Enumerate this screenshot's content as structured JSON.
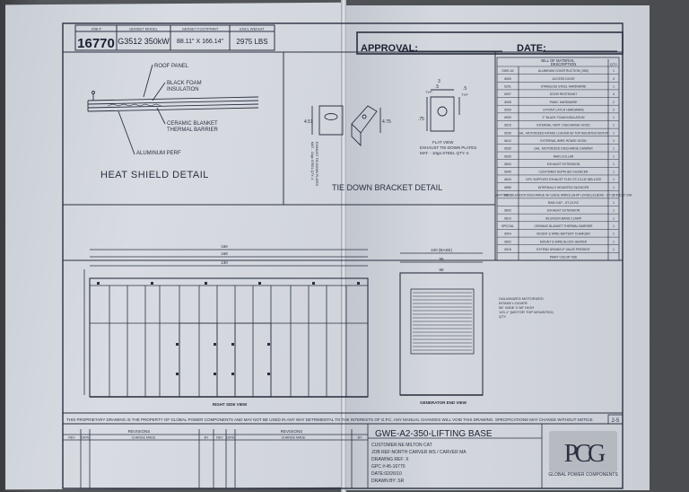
{
  "header": {
    "labels": {
      "job": "JOB #",
      "model": "GENSET MODEL",
      "footprint": "GENSET FOOTPRINT",
      "weight": "ENCL WEIGHT"
    },
    "job_number": "16770",
    "genset_model": "G3512 350kW",
    "footprint": "88.11\" X 166.14\"",
    "weight": "2975 LBS",
    "approval_label": "APPROVAL:",
    "date_label": "DATE:"
  },
  "heat_shield": {
    "title": "HEAT SHIELD DETAIL",
    "callouts": [
      "ROOF PANEL",
      "BLACK FOAM",
      "INSULATION",
      "CERAMIC BLANKET",
      "THERMAL BARRIER",
      "ALUMINUM PERF"
    ]
  },
  "tie_down": {
    "title": "TIE DOWN BRACKET DETAIL",
    "view1_label": [
      "EXHAUST TIE-DOWN PLATES",
      "MAT. - 10ga STEEL QTY.-4"
    ],
    "view2_label": [
      "FLAT VIEW",
      "EXHAUST TIE-DOWN PLATES",
      "MAT. - 10ga STEEL QTY.-4"
    ],
    "dims": [
      "4.51",
      "4.75",
      ".75",
      ".5",
      "3",
      ".5",
      "TYP",
      "TYP"
    ]
  },
  "bom": {
    "title": "BILL OF MATERIAL",
    "columns": {
      "code": "",
      "description": "DESCRIPTION",
      "qty": "QTY"
    },
    "rows": [
      {
        "code": "GWE-A2",
        "description": "ALUMINUM CONSTRUCTION (.080)",
        "qty": "1"
      },
      {
        "code": "6505",
        "description": "ACCESS DOOR",
        "qty": "4"
      },
      {
        "code": "6201",
        "description": "STAINLESS STEEL HARDWARE",
        "qty": "1"
      },
      {
        "code": "6507",
        "description": "DOOR RESTRAINT",
        "qty": "4"
      },
      {
        "code": "6508",
        "description": "PANIC HARDWARE",
        "qty": "2"
      },
      {
        "code": "6509",
        "description": "3-POINT LATCH HARDWARE",
        "qty": "2"
      },
      {
        "code": "6900",
        "description": "2\" BLACK FOAM INSULATION",
        "qty": "1"
      },
      {
        "code": "6615",
        "description": "INTERNAL VERT. DISCHARGE HOOD",
        "qty": "1"
      },
      {
        "code": "6535",
        "description": "GAL. MOTORIZED INTAKE LOUVER W/ TOP MOUNTED MOTOR",
        "qty": "1"
      },
      {
        "code": "6610",
        "description": "EXTERNAL WIRE INTAKE HOOD",
        "qty": "1"
      },
      {
        "code": "6530",
        "description": "GAL. MOTORIZED DISCHARGE DAMPER",
        "qty": "1"
      },
      {
        "code": "6605",
        "description": "RAIN COLLAR",
        "qty": "1"
      },
      {
        "code": "6800",
        "description": "EXHAUST EXTENSION",
        "qty": "1"
      },
      {
        "code": "6845",
        "description": "CUSTOMER SUPPLIED SILENCER",
        "qty": "1"
      },
      {
        "code": "6840",
        "description": "GPC SUPPLIED EXHAUST FLEX GT-13-11F-8IB-12SS",
        "qty": "1"
      },
      {
        "code": "6855",
        "description": "INTERNALLY MOUNTED SILENCER",
        "qty": "1"
      },
      {
        "code": "6870",
        "description": "VERTICAL SILENCER DISCHARGE W/ GUIDE WIRES (SHIP LOOSE) ELBOW - GT-22-90D, 6\" DIA",
        "qty": "1"
      },
      {
        "code": "",
        "description": "RAIN CAP - GT-22-RC",
        "qty": "1"
      },
      {
        "code": "6800",
        "description": "EXHAUST EXTENSION",
        "qty": "1"
      },
      {
        "code": "6810",
        "description": "SILENCER BAND CLAMP",
        "qty": "1"
      },
      {
        "code": "SPECIAL",
        "description": "CERAMIC BLANKET THERMAL BARRIER",
        "qty": "1"
      },
      {
        "code": "6504",
        "description": "MOUNT & WIRE BATTERY CHARGER",
        "qty": "1"
      },
      {
        "code": "6802",
        "description": "MOUNT & WIRE BLOCK HEATER",
        "qty": "1"
      },
      {
        "code": "6518",
        "description": "EXTEND DRAINS IF VALVE PRESENT",
        "qty": "1"
      },
      {
        "code": "",
        "description": "PAINT COLOR TBD",
        "qty": ""
      }
    ]
  },
  "views": {
    "side_label": "RIGHT SIDE VIEW",
    "end_label": "GENERATOR END VIEW",
    "end_note": [
      "GALVANIZED MOTORIZED",
      "INTAKE LOUVER",
      "56\" WIDE X 58\" HIGH",
      "120-1\" (MOTOR TOP MOUNTED)",
      "QTY."
    ],
    "side_dims": [
      "166",
      "168",
      "130"
    ],
    "end_dims": [
      "100 (BASE)",
      "96",
      "88"
    ]
  },
  "footer": {
    "disclaimer": "THIS PROPRIETARY DRAWING IS THE PROPERTY OF GLOBAL POWER COMPONENTS AND MAY NOT BE USED IN ANY WAY DETRIMENTAL TO THE INTERESTS OF G.P.C. ANY MANUAL CHANGES WILL VOID THIS DRAWING. SPECIFICATIONS MAY CHANGE WITHOUT NOTICE.",
    "sheet": "2-5",
    "revisions_label": "REVISIONS",
    "rev_columns": [
      "REV",
      "DATE",
      "CHANGE MADE",
      "BY",
      "REV",
      "DATE",
      "CHANGE MADE",
      "BY"
    ],
    "title": "GWE-A2-350-LIFTING BASE",
    "customer": "CUSTOMER:NE MILTON CAT",
    "job_ref": "JOB REF:NORTH CARVER WS / CARVER MA",
    "drawing_ref": "DRAWING REF: X",
    "gpc": "GPC #:45-16770",
    "date": "DATE:02/26/10",
    "drawn_by": "DRAWN BY: SR",
    "logo_text": "GLOBAL POWER COMPONENTS",
    "logo_letters": "PCG"
  },
  "colors": {
    "paper": "#d6dae0",
    "ink": "#2a3040",
    "background": "#3a3c3f"
  }
}
